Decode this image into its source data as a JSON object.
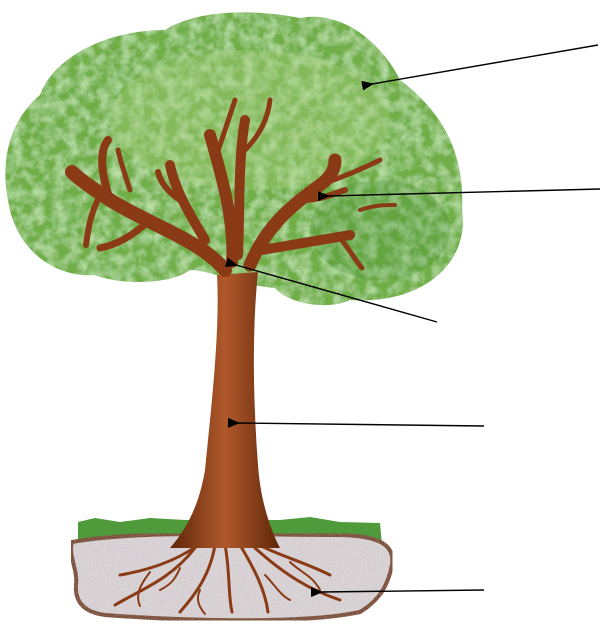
{
  "diagram": {
    "parts": [
      "leaves",
      "branches",
      "fork",
      "trunk",
      "roots"
    ],
    "labels": [
      "",
      "",
      "",
      "",
      ""
    ]
  },
  "colors": {
    "background": "#ffffff",
    "canopy_dark": "#3f8a2c",
    "canopy_mid": "#6fae47",
    "canopy_light": "#a9d27f",
    "bark": "#8a3b16",
    "bark_dark": "#5f2609",
    "bark_light": "#b0592c",
    "grass": "#4f9a3a",
    "soil": "#dcd6d9",
    "soil_edge": "#7a4a2a",
    "arrow": "#000000"
  }
}
